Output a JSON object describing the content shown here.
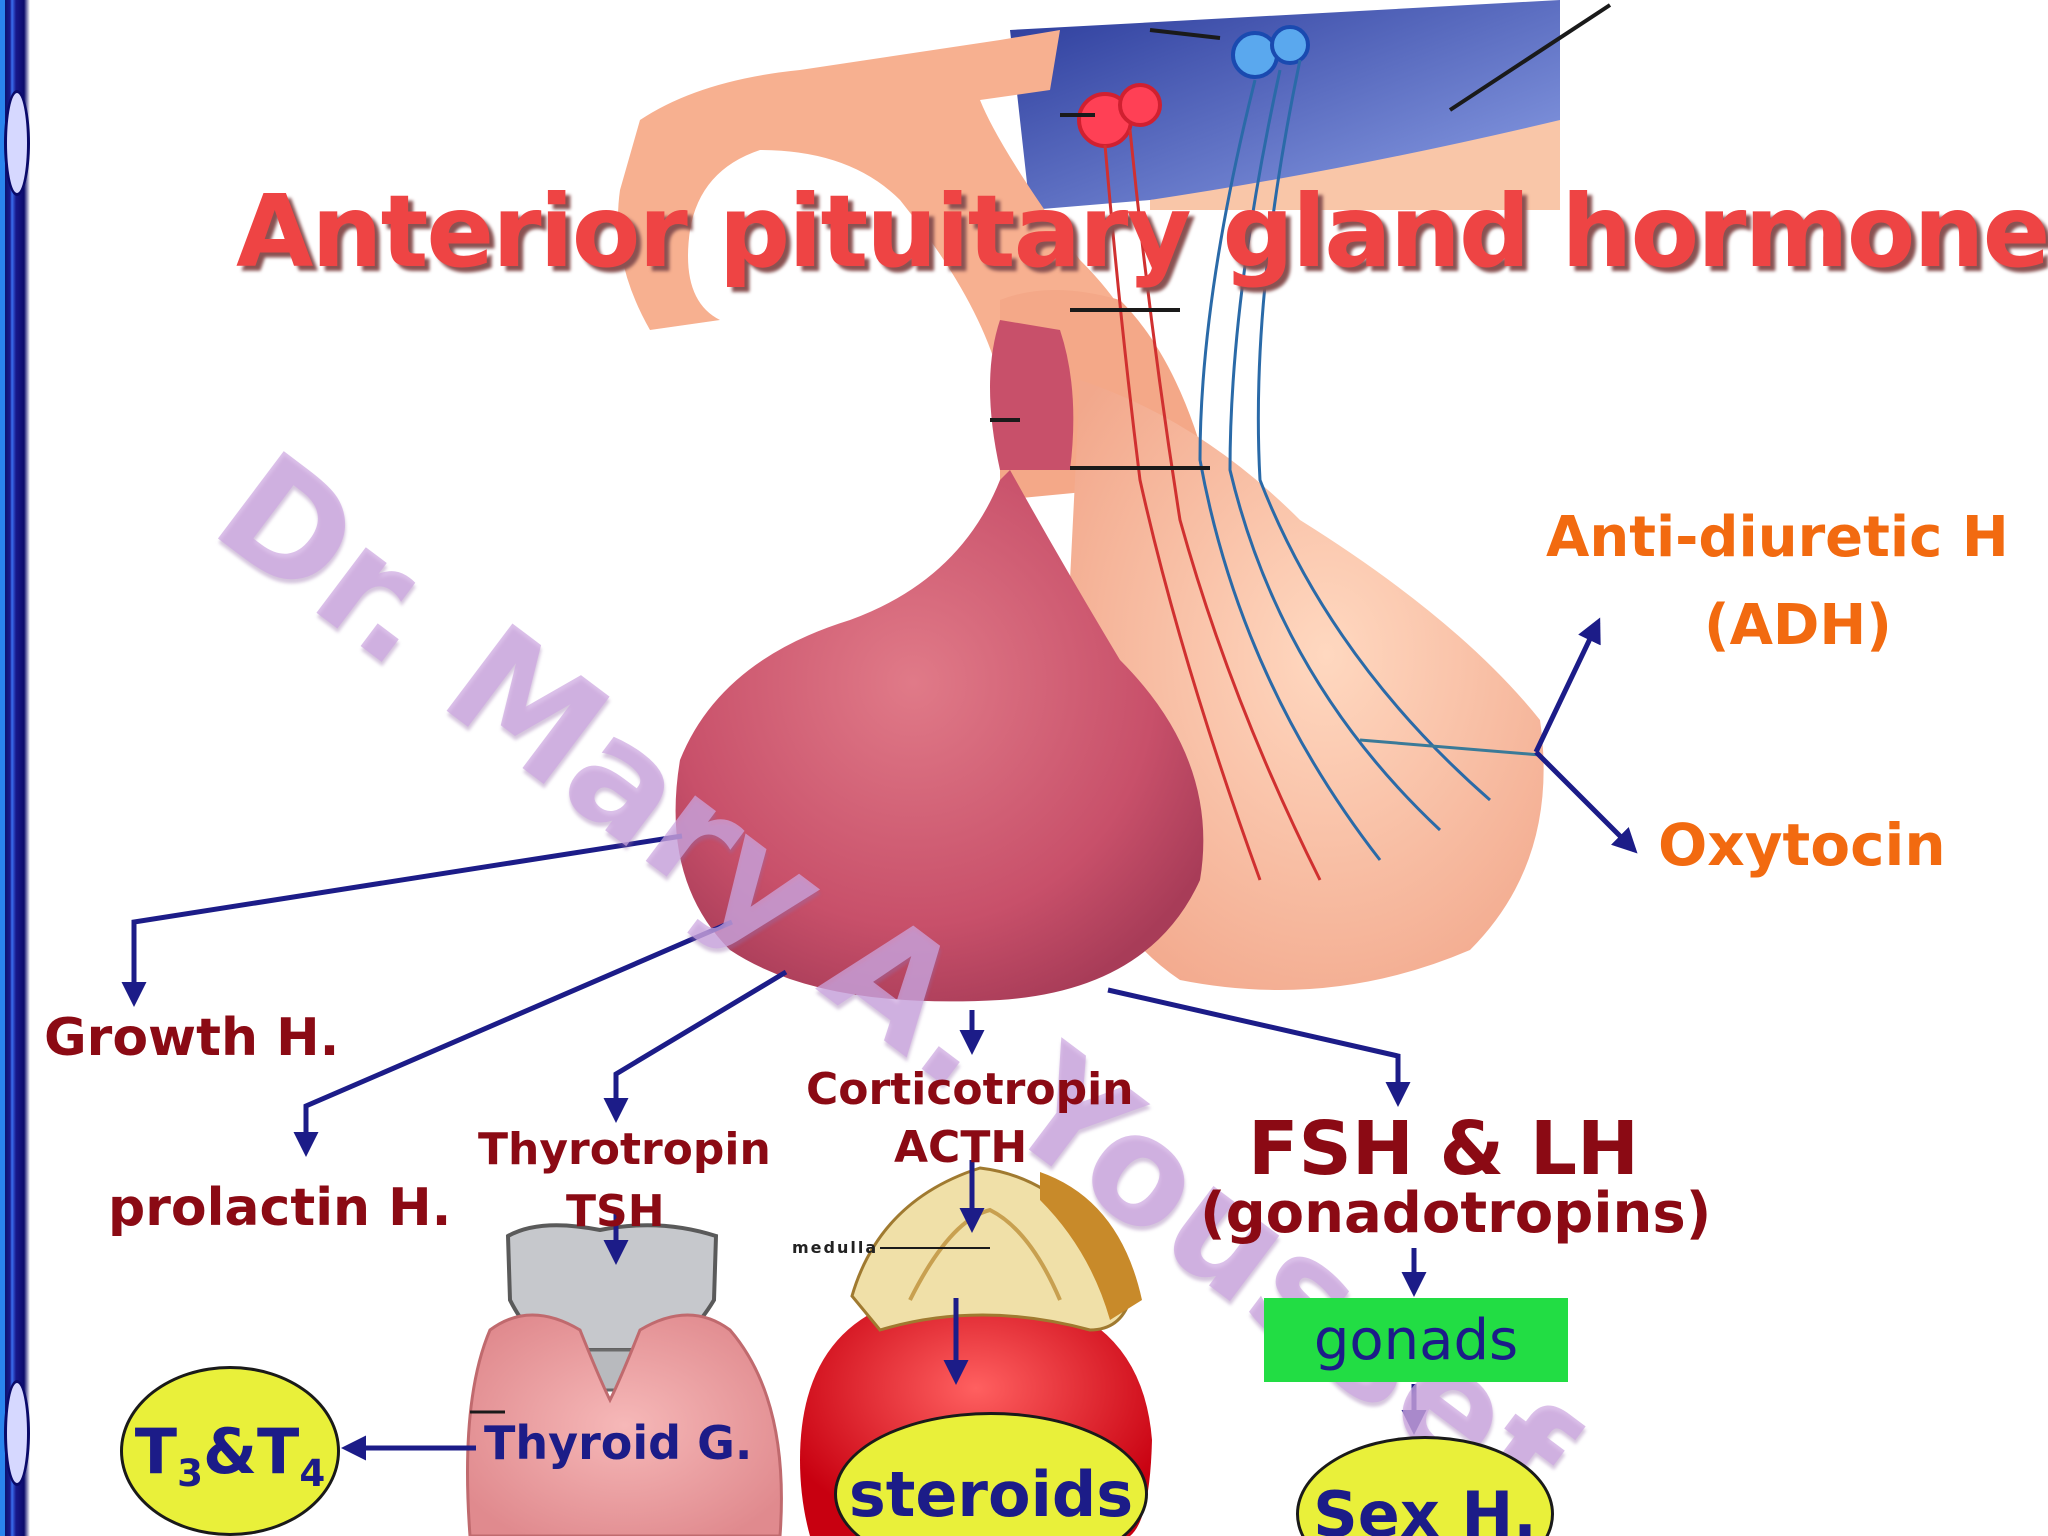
{
  "slide": {
    "title": "Anterior pituitary gland hormones",
    "watermark": "Dr. Mary A. Youssef"
  },
  "posterior_hormones": {
    "adh_name": "Anti-diuretic H",
    "adh_abbr": "(ADH)",
    "oxytocin": "Oxytocin"
  },
  "anterior_hormones": {
    "growth": "Growth H.",
    "prolactin": "prolactin H.",
    "thyrotropin": "Thyrotropin",
    "tsh": "TSH",
    "corticotropin": "Corticotropin",
    "acth": "ACTH",
    "fsh_lh": "FSH & LH",
    "gonadotropins": "(gonadotropins)"
  },
  "targets": {
    "thyroid": "Thyroid G.",
    "t3t4": {
      "t1": "T",
      "s1": "3",
      "mid": "&T",
      "s2": "4"
    },
    "adrenal_medulla": "medulla",
    "steroids": "steroids",
    "gonads": "gonads",
    "sex_hormones": "Sex H."
  },
  "colors": {
    "title": "#ee4444",
    "hormone_label": "#8b0a14",
    "posterior_label": "#f26a10",
    "arrow": "#1c1c88",
    "badge_fill": "#e9f03a",
    "gonads_fill": "#22dd44"
  }
}
